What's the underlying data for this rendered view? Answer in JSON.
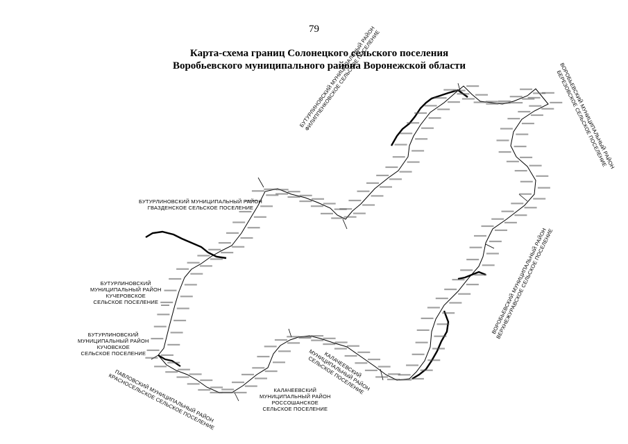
{
  "page_number": "79",
  "title": {
    "line1": "Карта-схема границ Солонецкого сельского поселения",
    "line2": "Воробьевского муниципального района Воронежской области"
  },
  "neighbor_labels": [
    {
      "id": "buturlinovsky-filippenkovskoe",
      "lines": [
        "БУТУРЛИНОВСКИЙ МУНИЦИПАЛЬНЫЙ РАЙОН",
        "ФИЛИППЕНКОВСКОЕ СЕЛЬСКОЕ ПОСЕЛЕНИЕ"
      ]
    },
    {
      "id": "vorobyevsky-berezovskoe",
      "lines": [
        "ВОРОБЬЕВСКИЙ МУНИЦИПАЛЬНЫЙ РАЙОН",
        "БЕРЕЗОВСКОЕ СЕЛЬСКОЕ ПОСЕЛЕНИЕ"
      ]
    },
    {
      "id": "buturlinovsky-gvazdenskoe",
      "lines": [
        "БУТУРЛИНОВСКИЙ МУНИЦИПАЛЬНЫЙ РАЙОН",
        "ГВАЗДЕНСКОЕ СЕЛЬСКОЕ ПОСЕЛЕНИЕ"
      ]
    },
    {
      "id": "buturlinovsky-kucherovskoe",
      "lines": [
        "БУТУРЛИНОВСКИЙ",
        "МУНИЦИПАЛЬНЫЙ РАЙОН",
        "КУЧЕРОВСКОЕ",
        "СЕЛЬСКОЕ ПОСЕЛЕНИЕ"
      ]
    },
    {
      "id": "buturlinovsky-kuchovskoe",
      "lines": [
        "БУТУРЛИНОВСКИЙ",
        "МУНИЦИПАЛЬНЫЙ РАЙОН",
        "КУЧОВСКОЕ",
        "СЕЛЬСКОЕ ПОСЕЛЕНИЕ"
      ]
    },
    {
      "id": "pavlovsky-krasnoselskoe",
      "lines": [
        "ПАВЛОВСКИЙ МУНИЦИПАЛЬНЫЙ РАЙОН",
        "КРАСНОСЕЛЬСКОЕ СЕЛЬСКОЕ ПОСЕЛЕНИЕ"
      ]
    },
    {
      "id": "kalacheevsky-rossoshanskoe",
      "lines": [
        "КАЛАЧЕЕВСКИЙ",
        "МУНИЦИПАЛЬНЫЙ РАЙОН",
        "РОССОШАНСКОЕ",
        "СЕЛЬСКОЕ ПОСЕЛЕНИЕ"
      ]
    },
    {
      "id": "kalacheevsky-2",
      "lines": [
        "КАЛАЧЕЕВСКИЙ",
        "МУНИЦИПАЛЬНЫЙ РАЙОН",
        "СЕЛЬСКОЕ ПОСЕЛЕНИЕ"
      ]
    },
    {
      "id": "vorobyevsky-verkhnezhuravskoe",
      "lines": [
        "ВОРОБЬЕВСКИЙ МУНИЦИПАЛЬНЫЙ РАЙОН",
        "ВЕРХНЕЖУРАВСКОЕ СЕЛЬСКОЕ ПОСЕЛЕНИЕ"
      ]
    }
  ],
  "colors": {
    "boundary": "#000000",
    "label": "#222222"
  }
}
